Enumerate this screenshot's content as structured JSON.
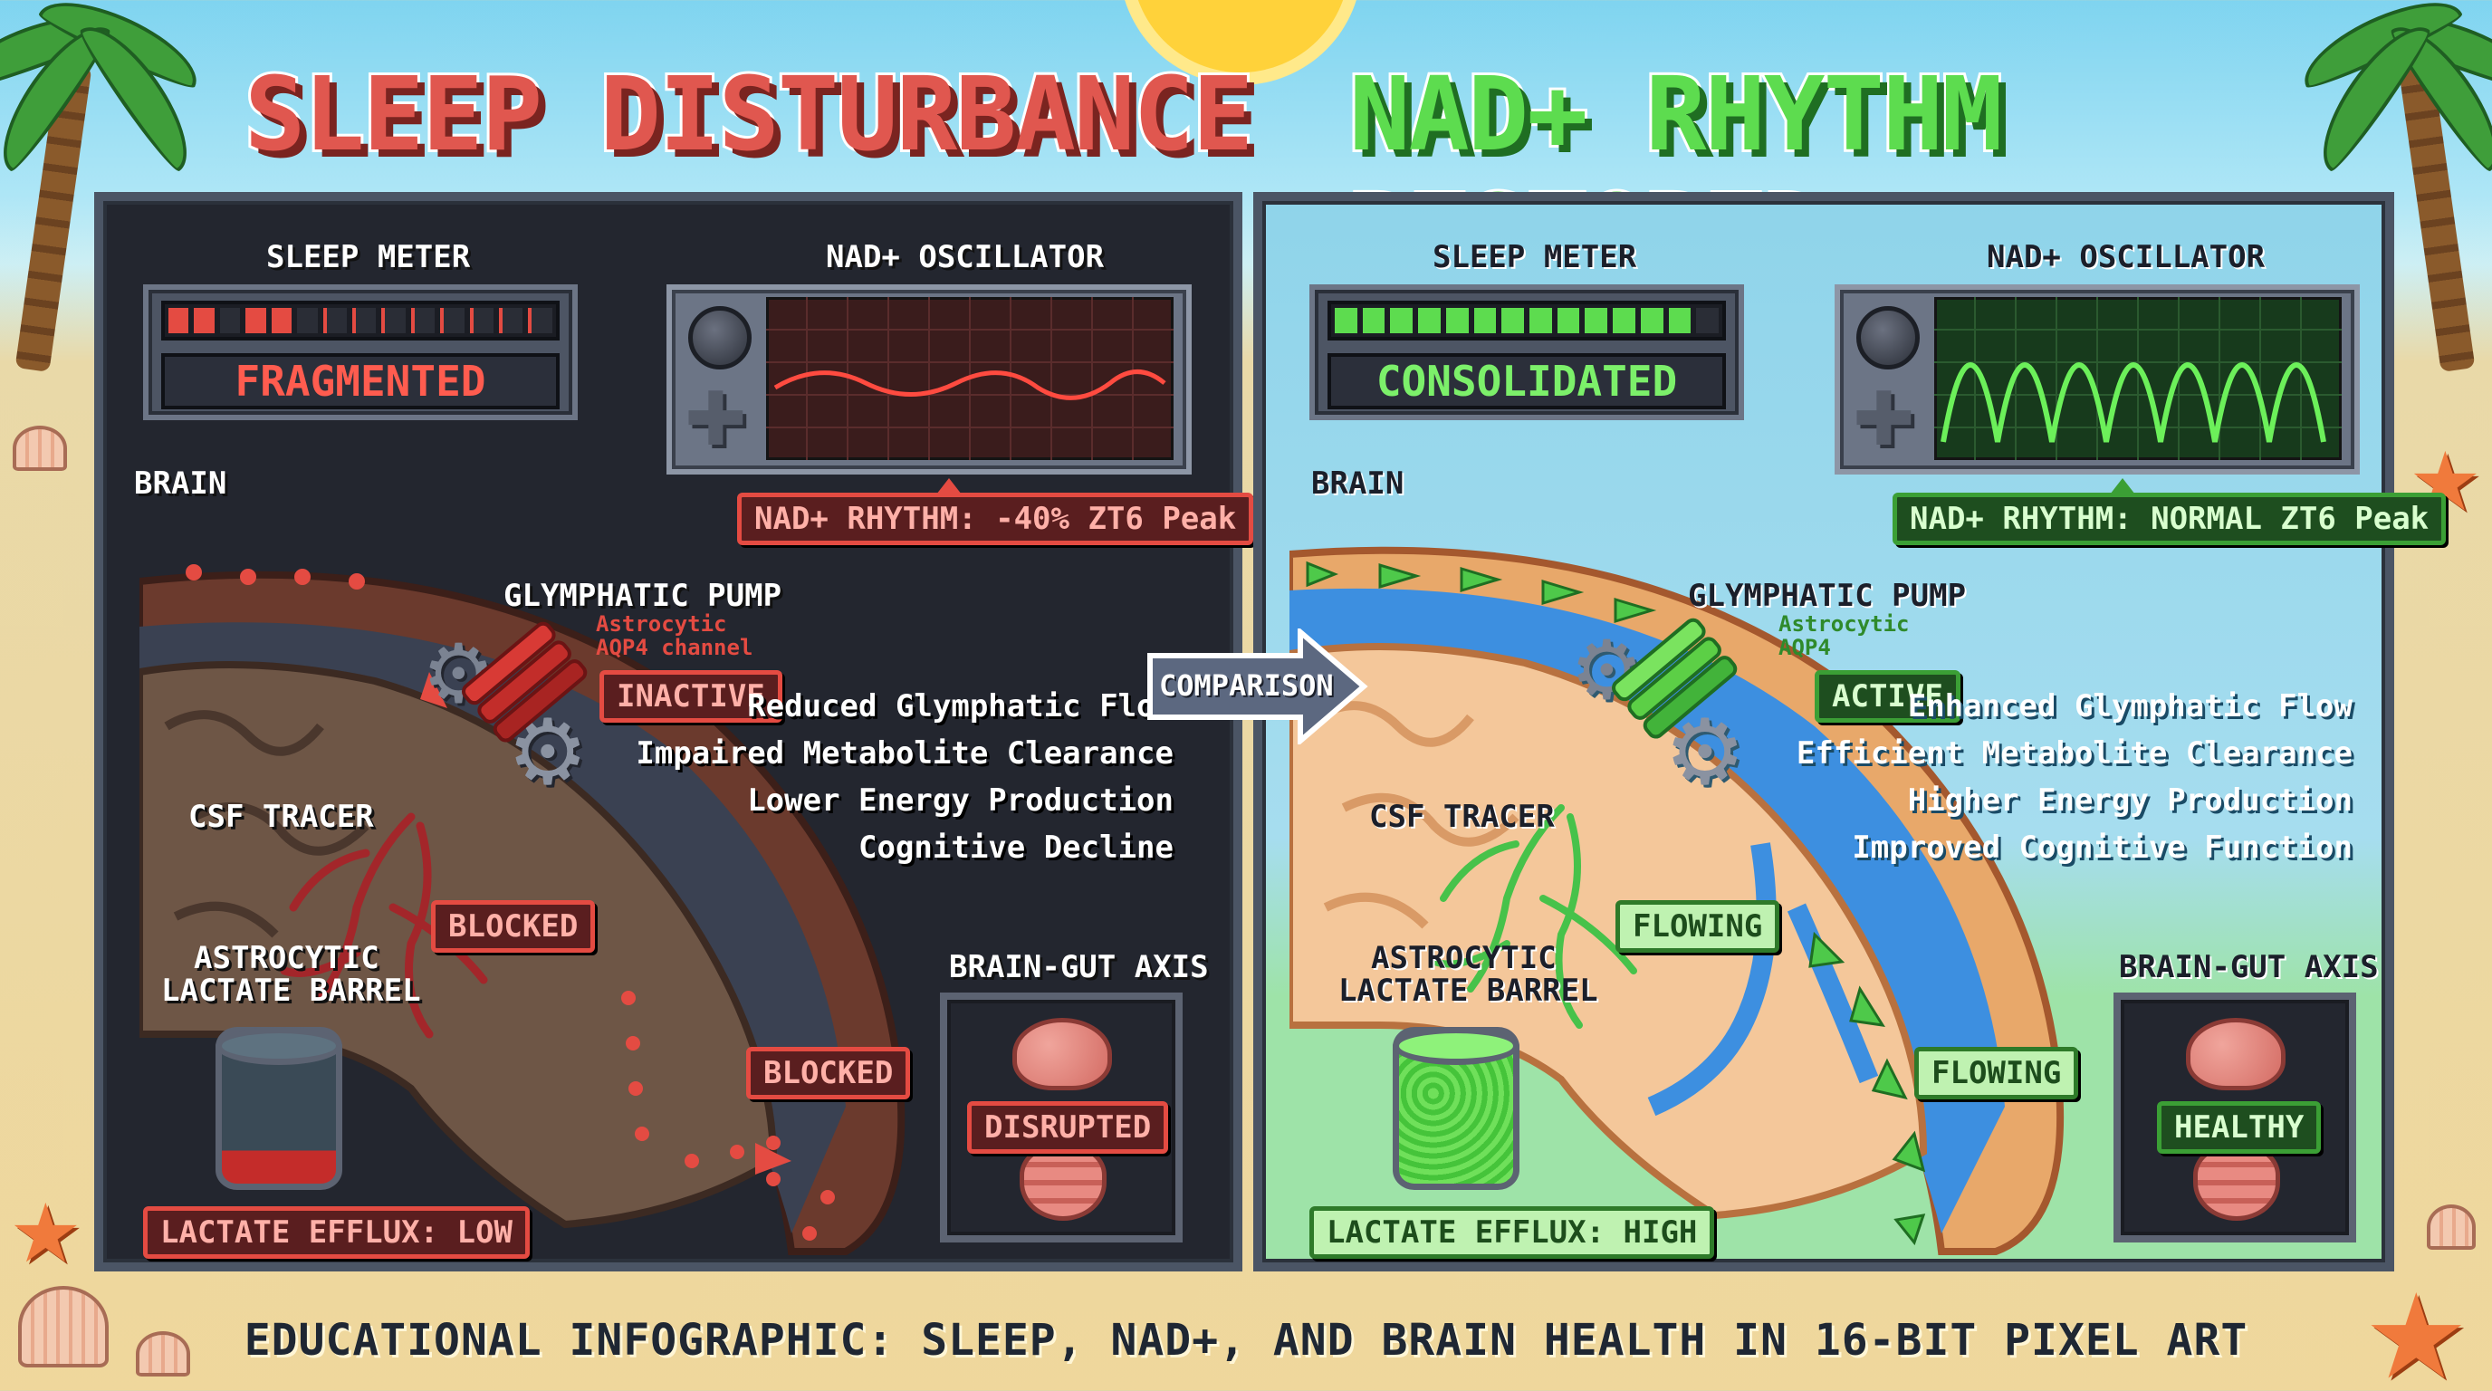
{
  "titles": {
    "left": "SLEEP DISTURBANCE",
    "right": "NAD+ RHYTHM RESTORED"
  },
  "left_panel": {
    "sleep_meter_label": "SLEEP METER",
    "sleep_meter_status": "FRAGMENTED",
    "oscillator_label": "NAD+ OSCILLATOR",
    "rhythm_tag": "NAD+ RHYTHM: -40% ZT6 Peak",
    "brain_label": "BRAIN",
    "pump_label": "GLYMPHATIC PUMP",
    "pump_sub": [
      "Astrocytic",
      "AQP4 channel"
    ],
    "pump_status": "INACTIVE",
    "csf_label": "CSF TRACER",
    "flow_status_1": "BLOCKED",
    "flow_status_2": "BLOCKED",
    "barrel_label": [
      "ASTROCYTIC",
      "LACTATE BARREL"
    ],
    "lactate_tag": "LACTATE EFFLUX: LOW",
    "gut_label": "BRAIN-GUT AXIS",
    "gut_status": "DISRUPTED",
    "effects": [
      "Reduced Glymphatic Flow",
      "Impaired Metabolite Clearance",
      "Lower Energy Production",
      "Cognitive Decline"
    ]
  },
  "right_panel": {
    "sleep_meter_label": "SLEEP METER",
    "sleep_meter_status": "CONSOLIDATED",
    "oscillator_label": "NAD+ OSCILLATOR",
    "rhythm_tag": "NAD+ RHYTHM: NORMAL ZT6 Peak",
    "brain_label": "BRAIN",
    "pump_label": "GLYMPHATIC PUMP",
    "pump_sub": [
      "Astrocytic",
      "AQP4"
    ],
    "pump_status": "ACTIVE",
    "csf_label": "CSF TRACER",
    "flow_status_1": "FLOWING",
    "flow_status_2": "FLOWING",
    "barrel_label": [
      "ASTROCYTIC",
      "LACTATE BARREL"
    ],
    "lactate_tag": "LACTATE EFFLUX: HIGH",
    "gut_label": "BRAIN-GUT AXIS",
    "gut_status": "HEALTHY",
    "effects": [
      "Enhanced Glymphatic Flow",
      "Efficient Metabolite Clearance",
      "Higher Energy Production",
      "Improved Cognitive Function"
    ]
  },
  "comparison_label": "COMPARISON",
  "footer": "EDUCATIONAL INFOGRAPHIC: SLEEP, NAD+, AND BRAIN HEALTH IN 16-BIT PIXEL ART",
  "colors": {
    "disturbed_red": "#e44b42",
    "restored_green": "#5ddc4f",
    "panel_dark": "#23262f",
    "panel_light": "#a6ddef",
    "csf_blue": "#3d8fe0"
  },
  "meters": {
    "left_level": 0.45,
    "right_level": 0.95
  },
  "icons": [
    "sun-icon",
    "palm-tree-icon",
    "seashell-icon",
    "starfish-icon",
    "brain-icon",
    "gut-icon",
    "gear-icon",
    "aqp4-channel-icon",
    "knob-icon",
    "dpad-icon",
    "arrow-right-icon"
  ]
}
